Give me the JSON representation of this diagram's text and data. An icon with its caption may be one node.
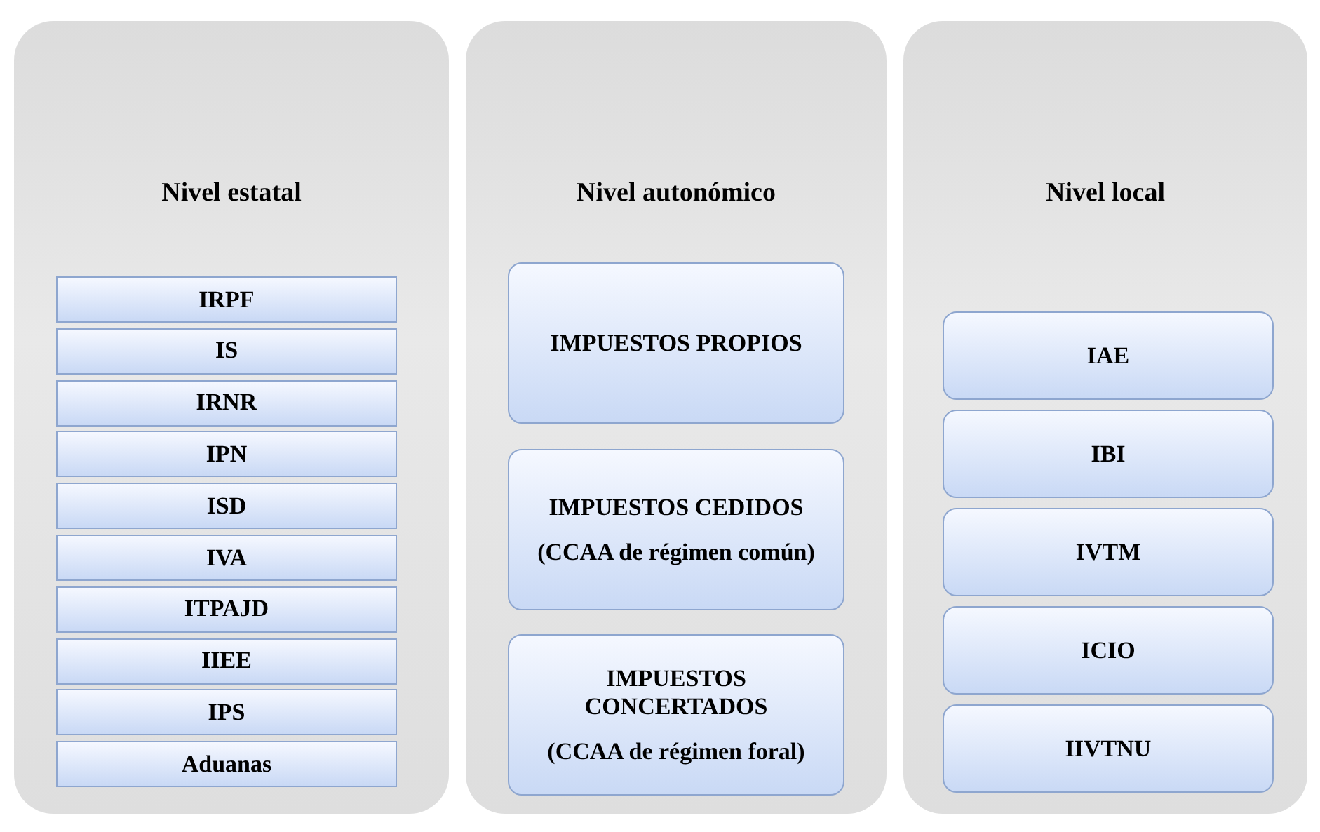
{
  "diagram": {
    "nodes": [
      {
        "text": [
          "Nivel estatal"
        ]
      },
      {
        "text": [
          "IRPF"
        ],
        "in": 0
      },
      {
        "text": [
          "IS"
        ],
        "in": 0
      },
      {
        "text": [
          "IRNR"
        ],
        "in": 0
      },
      {
        "text": [
          "IPN"
        ],
        "in": 0
      },
      {
        "text": [
          "ISD"
        ],
        "in": 0
      },
      {
        "text": [
          "IVA"
        ],
        "in": 0
      },
      {
        "text": [
          "ITPAJD"
        ],
        "in": 0
      },
      {
        "text": [
          "IIEE"
        ],
        "in": 0
      },
      {
        "text": [
          "IPS"
        ],
        "in": 0
      },
      {
        "text": [
          "Aduanas"
        ],
        "in": 0
      },
      {
        "text": [
          "Nivel autonómico"
        ]
      },
      {
        "text": [
          "IMPUESTOS PROPIOS"
        ],
        "in": 11
      },
      {
        "text": [
          "IMPUESTOS CEDIDOS",
          "(CCAA de régimen común)"
        ],
        "in": 11
      },
      {
        "text": [
          "IMPUESTOS CONCERTADOS",
          "(CCAA de régimen foral)"
        ],
        "in": 11
      },
      {
        "text": [
          "Nivel local"
        ]
      },
      {
        "text": [
          "IAE"
        ],
        "in": 15
      },
      {
        "text": [
          "IBI"
        ],
        "in": 15
      },
      {
        "text": [
          "IVTM"
        ],
        "in": 15
      },
      {
        "text": [
          "ICIO"
        ],
        "in": 15
      },
      {
        "text": [
          "IIVTNU"
        ],
        "in": 15
      }
    ]
  }
}
